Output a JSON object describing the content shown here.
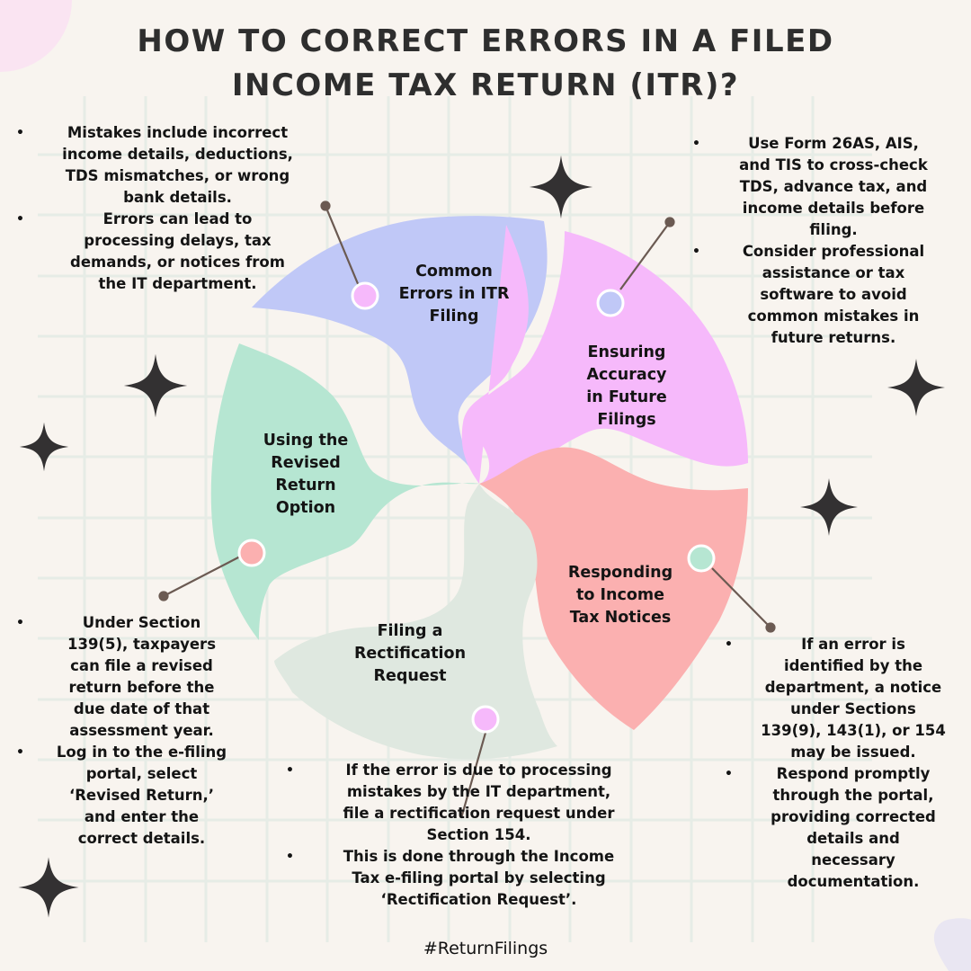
{
  "title": {
    "line1": "HOW TO CORRECT ERRORS IN A FILED",
    "line2": "INCOME TAX RETURN (ITR)?"
  },
  "colors": {
    "background": "#f8f4ef",
    "grid": "#e6ece6",
    "segment_common_errors": "#c0c8f7",
    "segment_ensuring_accuracy": "#f6b9fb",
    "segment_responding_notices": "#fbb0b0",
    "segment_rectification": "#dfe8e0",
    "segment_revised_return": "#b6e6d2",
    "star": "#333132",
    "leader_line": "#6b5a52",
    "corner_blob_top_left": "#fae4f2",
    "corner_blob_bottom_right": "#e9e6f2"
  },
  "segments": [
    {
      "id": "common-errors",
      "label_lines": [
        "Common",
        "Errors in ITR",
        "Filing"
      ]
    },
    {
      "id": "ensuring-accuracy",
      "label_lines": [
        "Ensuring",
        "Accuracy",
        "in Future",
        "Filings"
      ]
    },
    {
      "id": "responding-notices",
      "label_lines": [
        "Responding",
        "to Income",
        "Tax Notices"
      ]
    },
    {
      "id": "rectification",
      "label_lines": [
        "Filing a",
        "Rectification",
        "Request"
      ]
    },
    {
      "id": "revised-return",
      "label_lines": [
        "Using the",
        "Revised",
        "Return",
        "Option"
      ]
    }
  ],
  "notes": {
    "common_errors": [
      [
        "Mistakes include incorrect",
        "income details, deductions,",
        "TDS mismatches, or wrong",
        "bank details."
      ],
      [
        "Errors can lead to",
        "processing delays, tax",
        "demands, or notices from",
        "the IT department."
      ]
    ],
    "ensuring_accuracy": [
      [
        "Use Form 26AS, AIS,",
        "and TIS to cross-check",
        "TDS, advance tax, and",
        "income details before",
        "filing."
      ],
      [
        "Consider professional",
        "assistance or tax",
        "software to avoid",
        "common mistakes in",
        "future returns."
      ]
    ],
    "revised_return": [
      [
        "Under Section",
        "139(5), taxpayers",
        "can file a revised",
        "return before the",
        "due date of that",
        "assessment year."
      ],
      [
        "Log in to the e-filing",
        "portal, select",
        "‘Revised Return,’",
        "and enter the",
        "correct details."
      ]
    ],
    "rectification": [
      [
        "If the error is due to processing",
        "mistakes by the IT department,",
        "file a rectification request under",
        "Section 154."
      ],
      [
        "This is done through the Income",
        "Tax e-filing portal by selecting",
        "‘Rectification Request’."
      ]
    ],
    "responding_notices": [
      [
        "If an error is",
        "identified by the",
        "department, a notice",
        "under Sections",
        "139(9), 143(1), or 154",
        "may be issued."
      ],
      [
        "Respond promptly",
        "through the portal,",
        "providing corrected",
        "details and",
        "necessary",
        "documentation."
      ]
    ]
  },
  "bullet_glyph": "•",
  "footer": {
    "hashtag": "#ReturnFilings"
  }
}
